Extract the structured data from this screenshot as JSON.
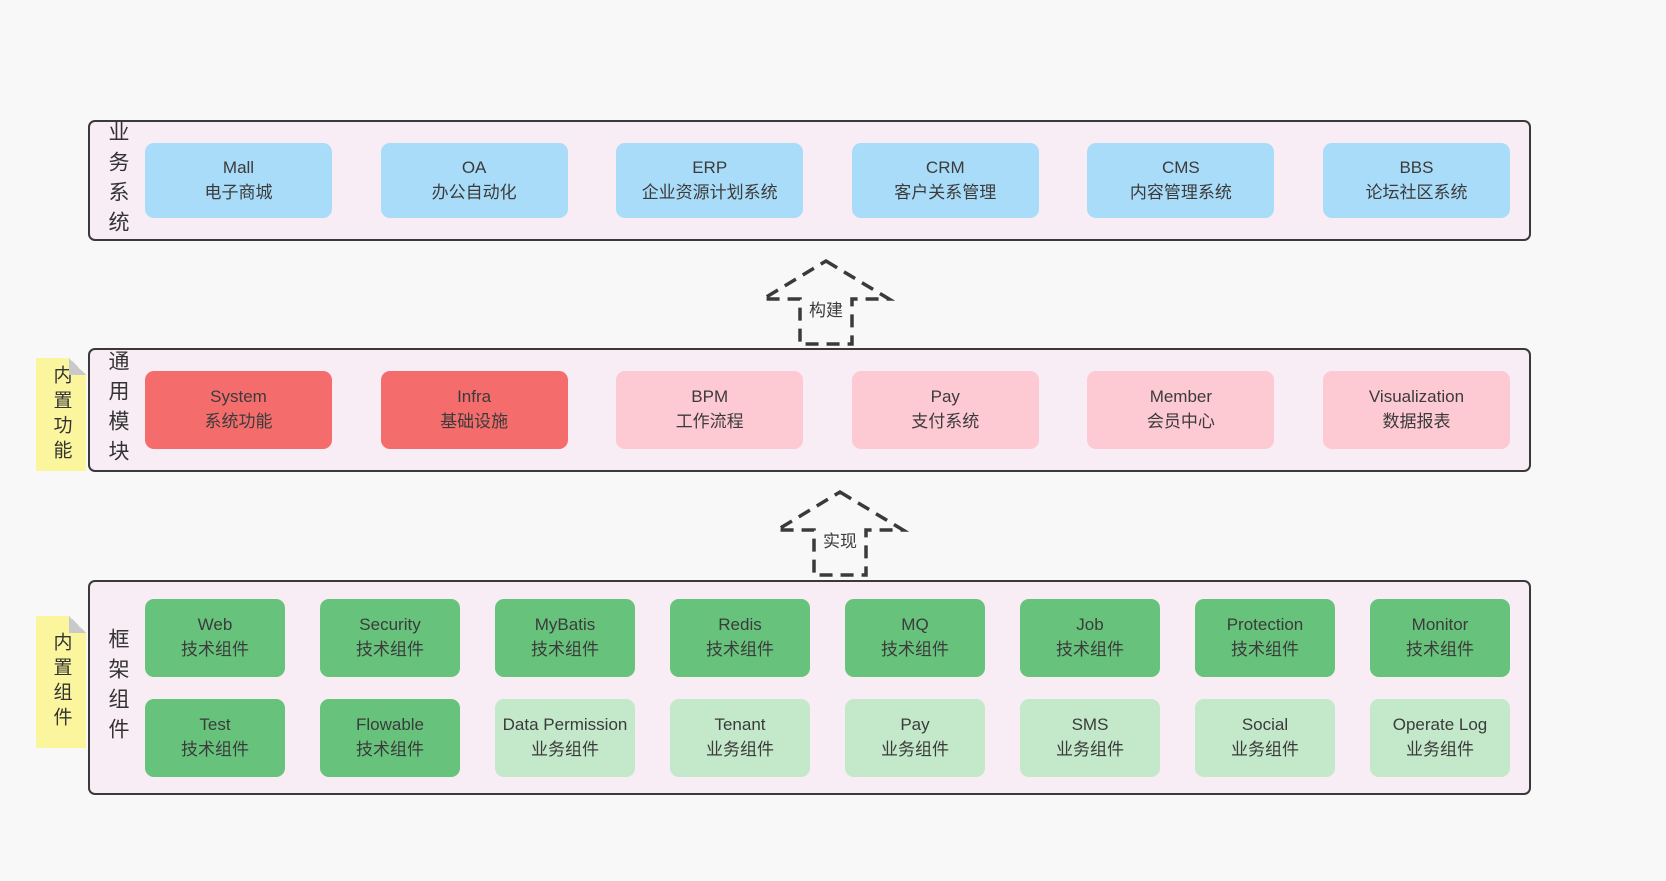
{
  "diagram": {
    "arrows": [
      {
        "label": "构建"
      },
      {
        "label": "实现"
      }
    ],
    "bands": [
      {
        "label": "业务系统",
        "boxes": [
          {
            "title": "Mall",
            "subtitle": "电子商城"
          },
          {
            "title": "OA",
            "subtitle": "办公自动化"
          },
          {
            "title": "ERP",
            "subtitle": "企业资源计划系统"
          },
          {
            "title": "CRM",
            "subtitle": "客户关系管理"
          },
          {
            "title": "CMS",
            "subtitle": "内容管理系统"
          },
          {
            "title": "BBS",
            "subtitle": "论坛社区系统"
          }
        ]
      },
      {
        "label": "通用模块",
        "sticky": "内置功能",
        "boxes": [
          {
            "title": "System",
            "subtitle": "系统功能"
          },
          {
            "title": "Infra",
            "subtitle": "基础设施"
          },
          {
            "title": "BPM",
            "subtitle": "工作流程"
          },
          {
            "title": "Pay",
            "subtitle": "支付系统"
          },
          {
            "title": "Member",
            "subtitle": "会员中心"
          },
          {
            "title": "Visualization",
            "subtitle": "数据报表"
          }
        ]
      },
      {
        "label": "框架组件",
        "sticky": "内置组件",
        "rows": [
          [
            {
              "title": "Web",
              "subtitle": "技术组件"
            },
            {
              "title": "Security",
              "subtitle": "技术组件"
            },
            {
              "title": "MyBatis",
              "subtitle": "技术组件"
            },
            {
              "title": "Redis",
              "subtitle": "技术组件"
            },
            {
              "title": "MQ",
              "subtitle": "技术组件"
            },
            {
              "title": "Job",
              "subtitle": "技术组件"
            },
            {
              "title": "Protection",
              "subtitle": "技术组件"
            },
            {
              "title": "Monitor",
              "subtitle": "技术组件"
            }
          ],
          [
            {
              "title": "Test",
              "subtitle": "技术组件"
            },
            {
              "title": "Flowable",
              "subtitle": "技术组件"
            },
            {
              "title": "Data Permission",
              "subtitle": "业务组件"
            },
            {
              "title": "Tenant",
              "subtitle": "业务组件"
            },
            {
              "title": "Pay",
              "subtitle": "业务组件"
            },
            {
              "title": "SMS",
              "subtitle": "业务组件"
            },
            {
              "title": "Social",
              "subtitle": "业务组件"
            },
            {
              "title": "Operate Log",
              "subtitle": "业务组件"
            }
          ]
        ]
      }
    ],
    "colors": {
      "page_bg": "#f8f8f8",
      "band_bg": "#f8edf5",
      "band_border": "#3a3a3a",
      "blue": "#a9dcf8",
      "red": "#f56c6c",
      "pink": "#fdc9d3",
      "green": "#67c37b",
      "green_light": "#c3e8ca",
      "sticky_yellow": "#fbf69e",
      "text": "#3b3b3b"
    }
  }
}
